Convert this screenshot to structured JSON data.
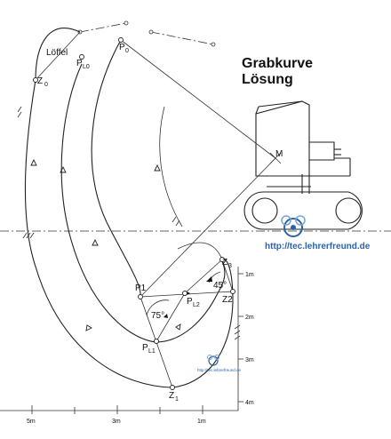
{
  "title": {
    "line1": "Grabkurve",
    "line2": "Lösung"
  },
  "watermark": {
    "text": "http://tec.lehrerfreund.de",
    "small_text": "http://tec.lehrerfreund.de"
  },
  "labels": {
    "loeffel": "Löffel",
    "z0": "Z",
    "z0_sub": "0",
    "pl0": "P",
    "pl0_sub": "L0",
    "p0": "P",
    "p0_sub": "0",
    "m": "M",
    "p1": "P1",
    "pl2": "P",
    "pl2_sub": "L2",
    "z2": "Z2",
    "z3": "Z",
    "z3_sub": "3",
    "pl1": "P",
    "pl1_sub": "L1",
    "z1": "Z",
    "z1_sub": "1",
    "angle_45": "45°",
    "angle_75": "75°"
  },
  "bottom_scale": [
    "5m",
    "3m",
    "1m"
  ],
  "right_scale": [
    "1m",
    "2m",
    "3m",
    "4m"
  ],
  "colors": {
    "line": "#222222",
    "watermark": "#2b63a8"
  }
}
